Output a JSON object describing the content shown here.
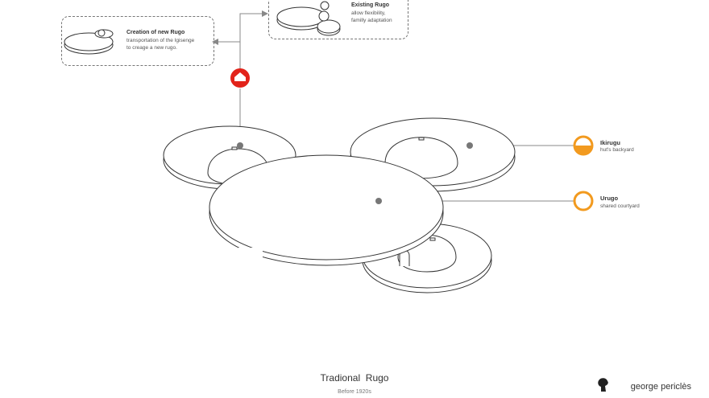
{
  "existing_rugo": {
    "title": "Existing Rugo",
    "desc_line1": "allow flexibility,",
    "desc_line2": "familly adaptation"
  },
  "new_rugo": {
    "title": "Creation of new Rugo",
    "desc_line1": "transportation of the Igisenge",
    "desc_line2": "to creage a new rugo."
  },
  "ikirugu": {
    "title": "Ikirugu",
    "desc": "hut's backyard"
  },
  "urugo": {
    "title": "Urugo",
    "desc": "shared courtyard"
  },
  "caption": {
    "title": "Tradional  Rugo",
    "subtitle": "Before 1920s"
  },
  "brand": {
    "name": "george periclès"
  },
  "colors": {
    "accent_red": "#e2231a",
    "accent_orange": "#f29a1f",
    "line": "#333333",
    "leader": "#888888"
  }
}
